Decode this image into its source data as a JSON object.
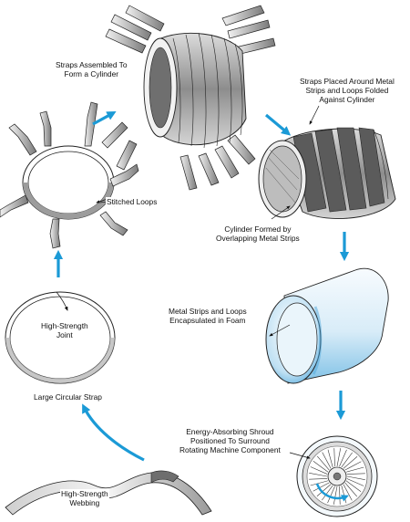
{
  "labels": {
    "straps_cylinder": [
      "Straps Assembled To",
      "Form a Cylinder"
    ],
    "straps_placed": [
      "Straps Placed Around Metal",
      "Strips and Loops Folded",
      "Against Cylinder"
    ],
    "stitched_loops": [
      "Stitched Loops"
    ],
    "cylinder_formed": [
      "Cylinder Formed by",
      "Overlapping Metal Strips"
    ],
    "encapsulated": [
      "Metal Strips and Loops",
      "Encapsulated in Foam"
    ],
    "joint": [
      "High-Strength",
      "Joint"
    ],
    "circular_strap": [
      "Large Circular Strap"
    ],
    "shroud": [
      "Energy-Absorbing Shroud",
      "Positioned To Surround",
      "Rotating Machine Component"
    ],
    "webbing": [
      "High-Strength",
      "Webbing"
    ]
  },
  "colors": {
    "arrow": "#1b9ad6",
    "metal_light": "#e6e6e6",
    "metal_mid": "#a9a9a9",
    "metal_dark": "#555555",
    "foam_light": "#e8f4fb",
    "foam_blue": "#7fc1e6",
    "line": "#222222"
  },
  "icons": [
    "process-arrow-icon"
  ]
}
